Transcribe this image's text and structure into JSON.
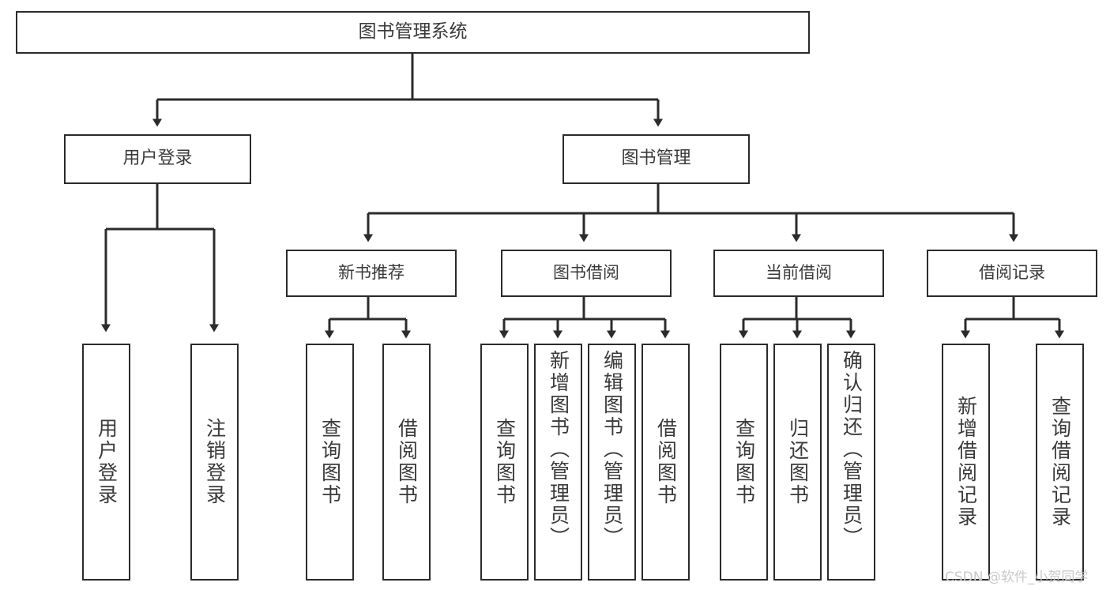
{
  "diagram": {
    "title": "图书管理系统",
    "watermark": "CSDN @软件_小贺同学",
    "line_color": "#2b2b2b",
    "box_border_color": "#2b2b2b",
    "box_fill_color": "#ffffff",
    "text_color": "#3a3a3a",
    "background_color": "#ffffff",
    "watermark_color": "#c9c9c9"
  },
  "nodes": {
    "root": {
      "label": "图书管理系统"
    },
    "level1": [
      {
        "label": "用户登录"
      },
      {
        "label": "图书管理"
      }
    ],
    "level2": [
      {
        "label": "新书推荐"
      },
      {
        "label": "图书借阅"
      },
      {
        "label": "当前借阅"
      },
      {
        "label": "借阅记录"
      }
    ],
    "leaves": {
      "user_login": [
        {
          "label": "用户登录"
        },
        {
          "label": "注销登录"
        }
      ],
      "new_book_recommend": [
        {
          "label": "查询图书"
        },
        {
          "label": "借阅图书"
        }
      ],
      "book_borrow": [
        {
          "label": "查询图书"
        },
        {
          "label": "新增图书（管理员）"
        },
        {
          "label": "编辑图书（管理员）"
        },
        {
          "label": "借阅图书"
        }
      ],
      "current_borrow": [
        {
          "label": "查询图书"
        },
        {
          "label": "归还图书"
        },
        {
          "label": "确认归还（管理员）"
        }
      ],
      "borrow_record": [
        {
          "label": "新增借阅记录"
        },
        {
          "label": "查询借阅记录"
        }
      ]
    }
  }
}
